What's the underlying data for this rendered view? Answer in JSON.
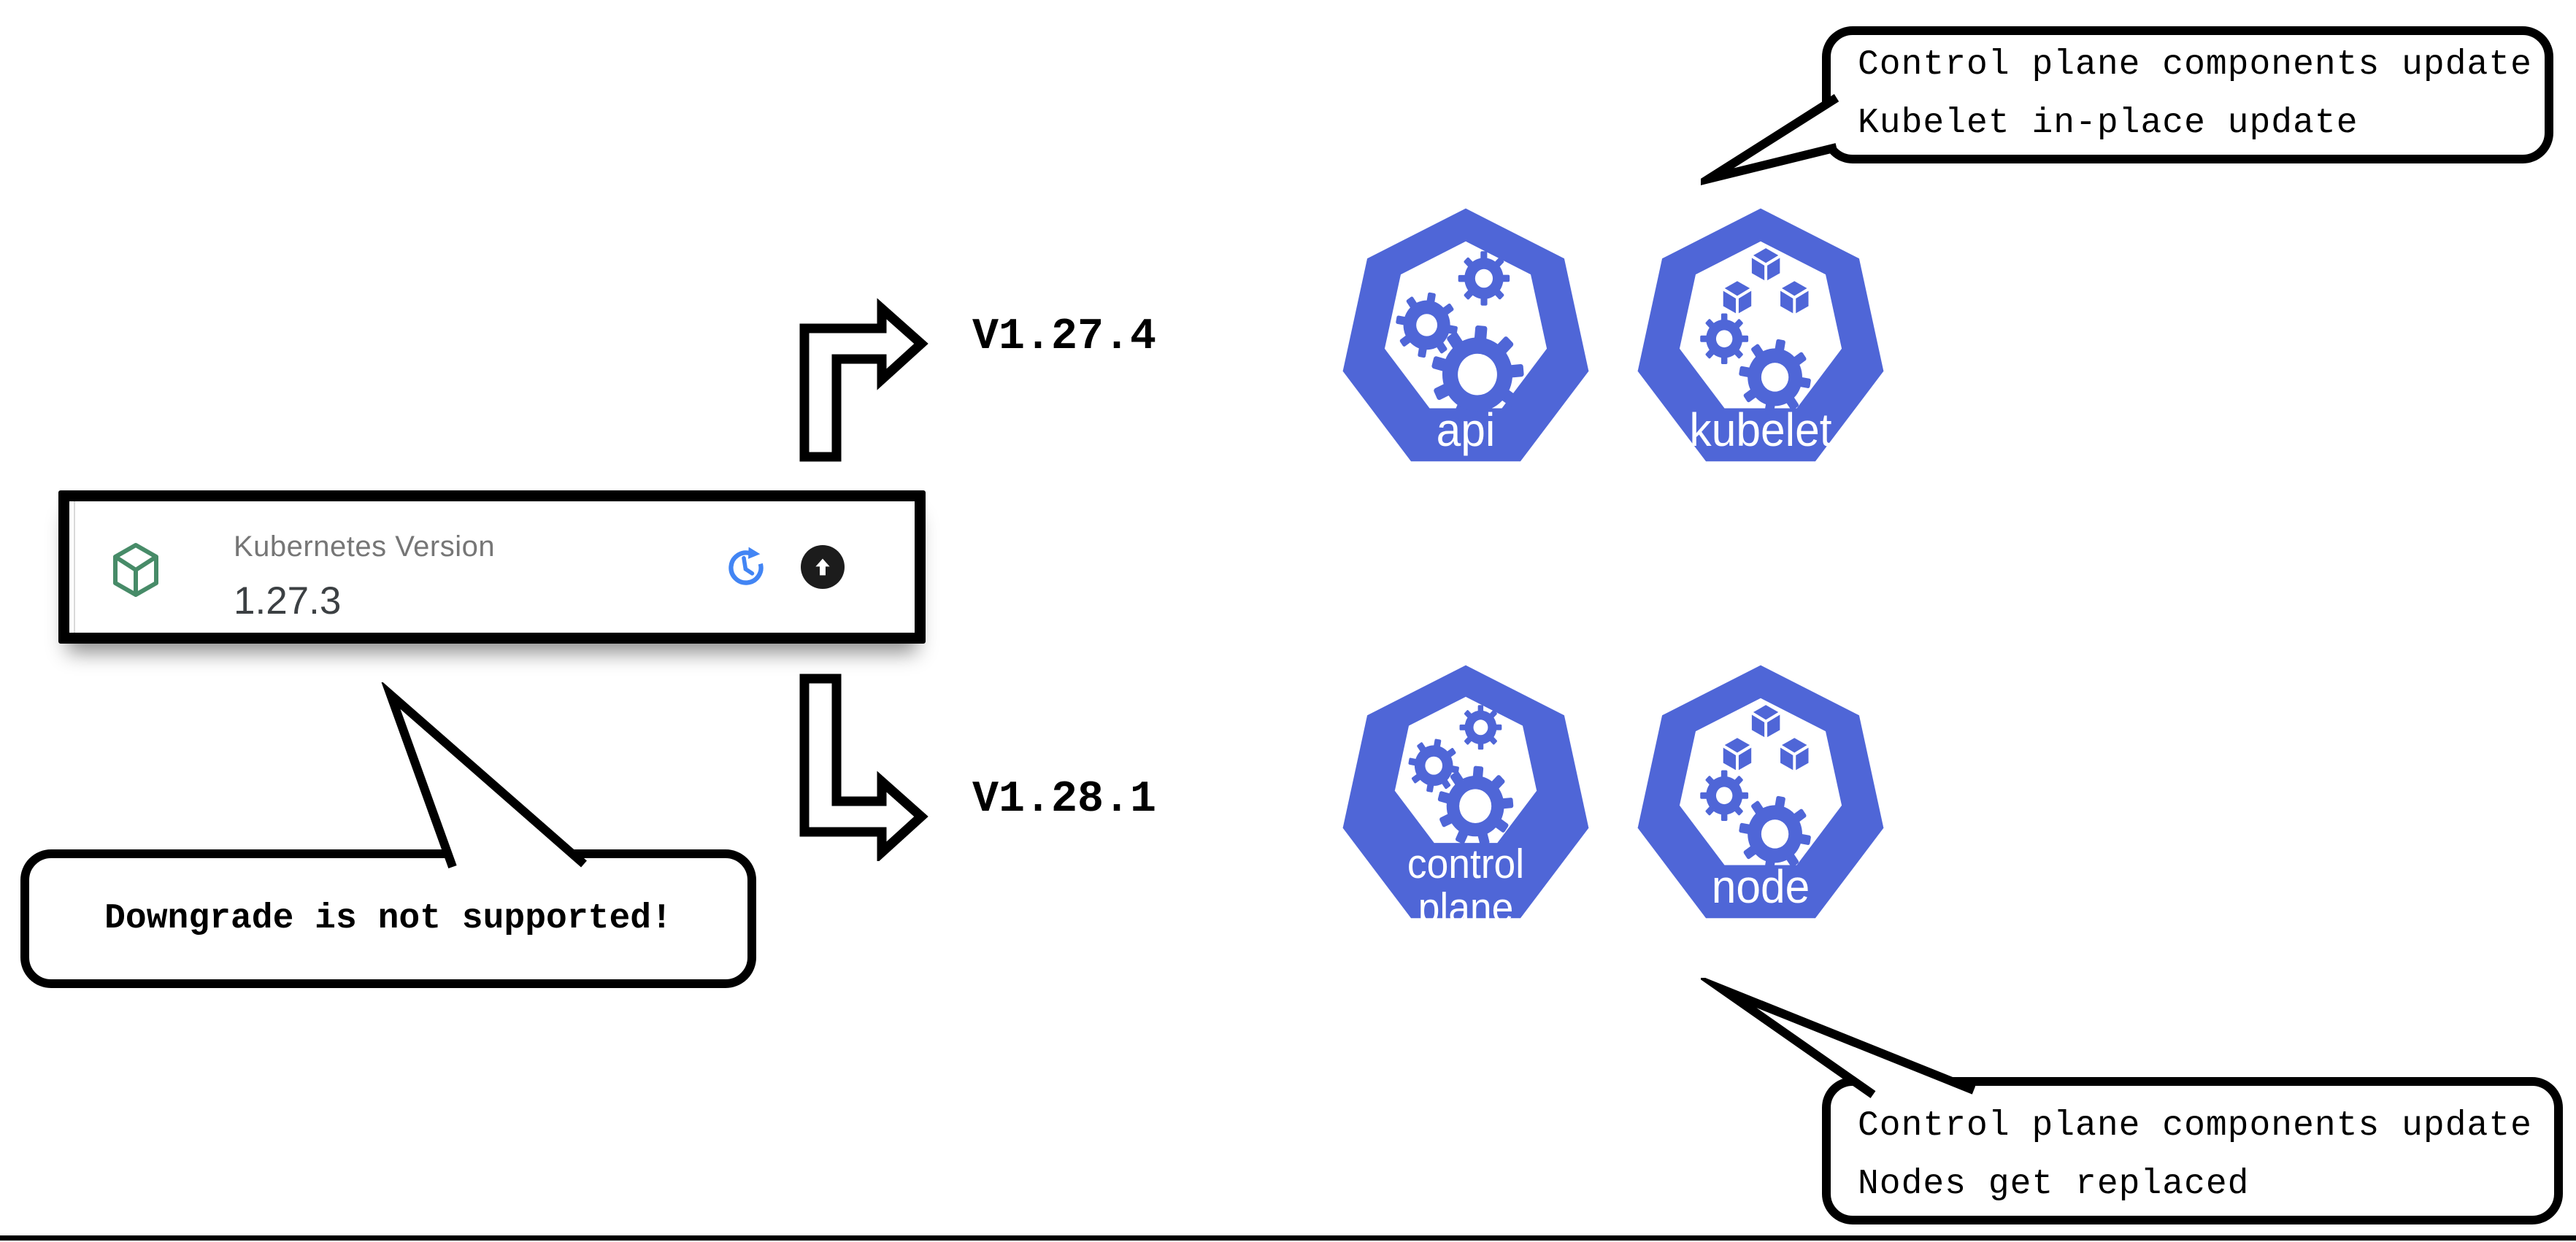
{
  "widget": {
    "label": "Kubernetes Version",
    "version": "1.27.3",
    "package_icon": "cube-outline-icon",
    "refresh_icon": "refresh-history-icon",
    "upgrade_icon": "arrow-up-circle-icon"
  },
  "upgrade_paths": [
    {
      "label": "V1.27.4"
    },
    {
      "label": "V1.28.1"
    }
  ],
  "kubernetes_icons": [
    {
      "label": "api",
      "label2": "",
      "glyph": "gears"
    },
    {
      "label": "kubelet",
      "label2": "",
      "glyph": "cubes-gears"
    },
    {
      "label": "control",
      "label2": "plane",
      "glyph": "gears"
    },
    {
      "label": "node",
      "label2": "",
      "glyph": "cubes-gears"
    }
  ],
  "callouts": {
    "top_right": {
      "line1": "Control plane components update",
      "line2": "Kubelet in-place update"
    },
    "bottom_right": {
      "line1": "Control plane components update",
      "line2": "Nodes get replaced"
    },
    "left": {
      "line1": "Downgrade is not supported!"
    }
  },
  "colors": {
    "kubernetes_blue": "#4f66d7",
    "package_green": "#478b68",
    "refresh_blue": "#4285f4",
    "upgrade_black": "#1c1c1c",
    "label_gray": "#767676",
    "value_dark": "#3c4043"
  }
}
